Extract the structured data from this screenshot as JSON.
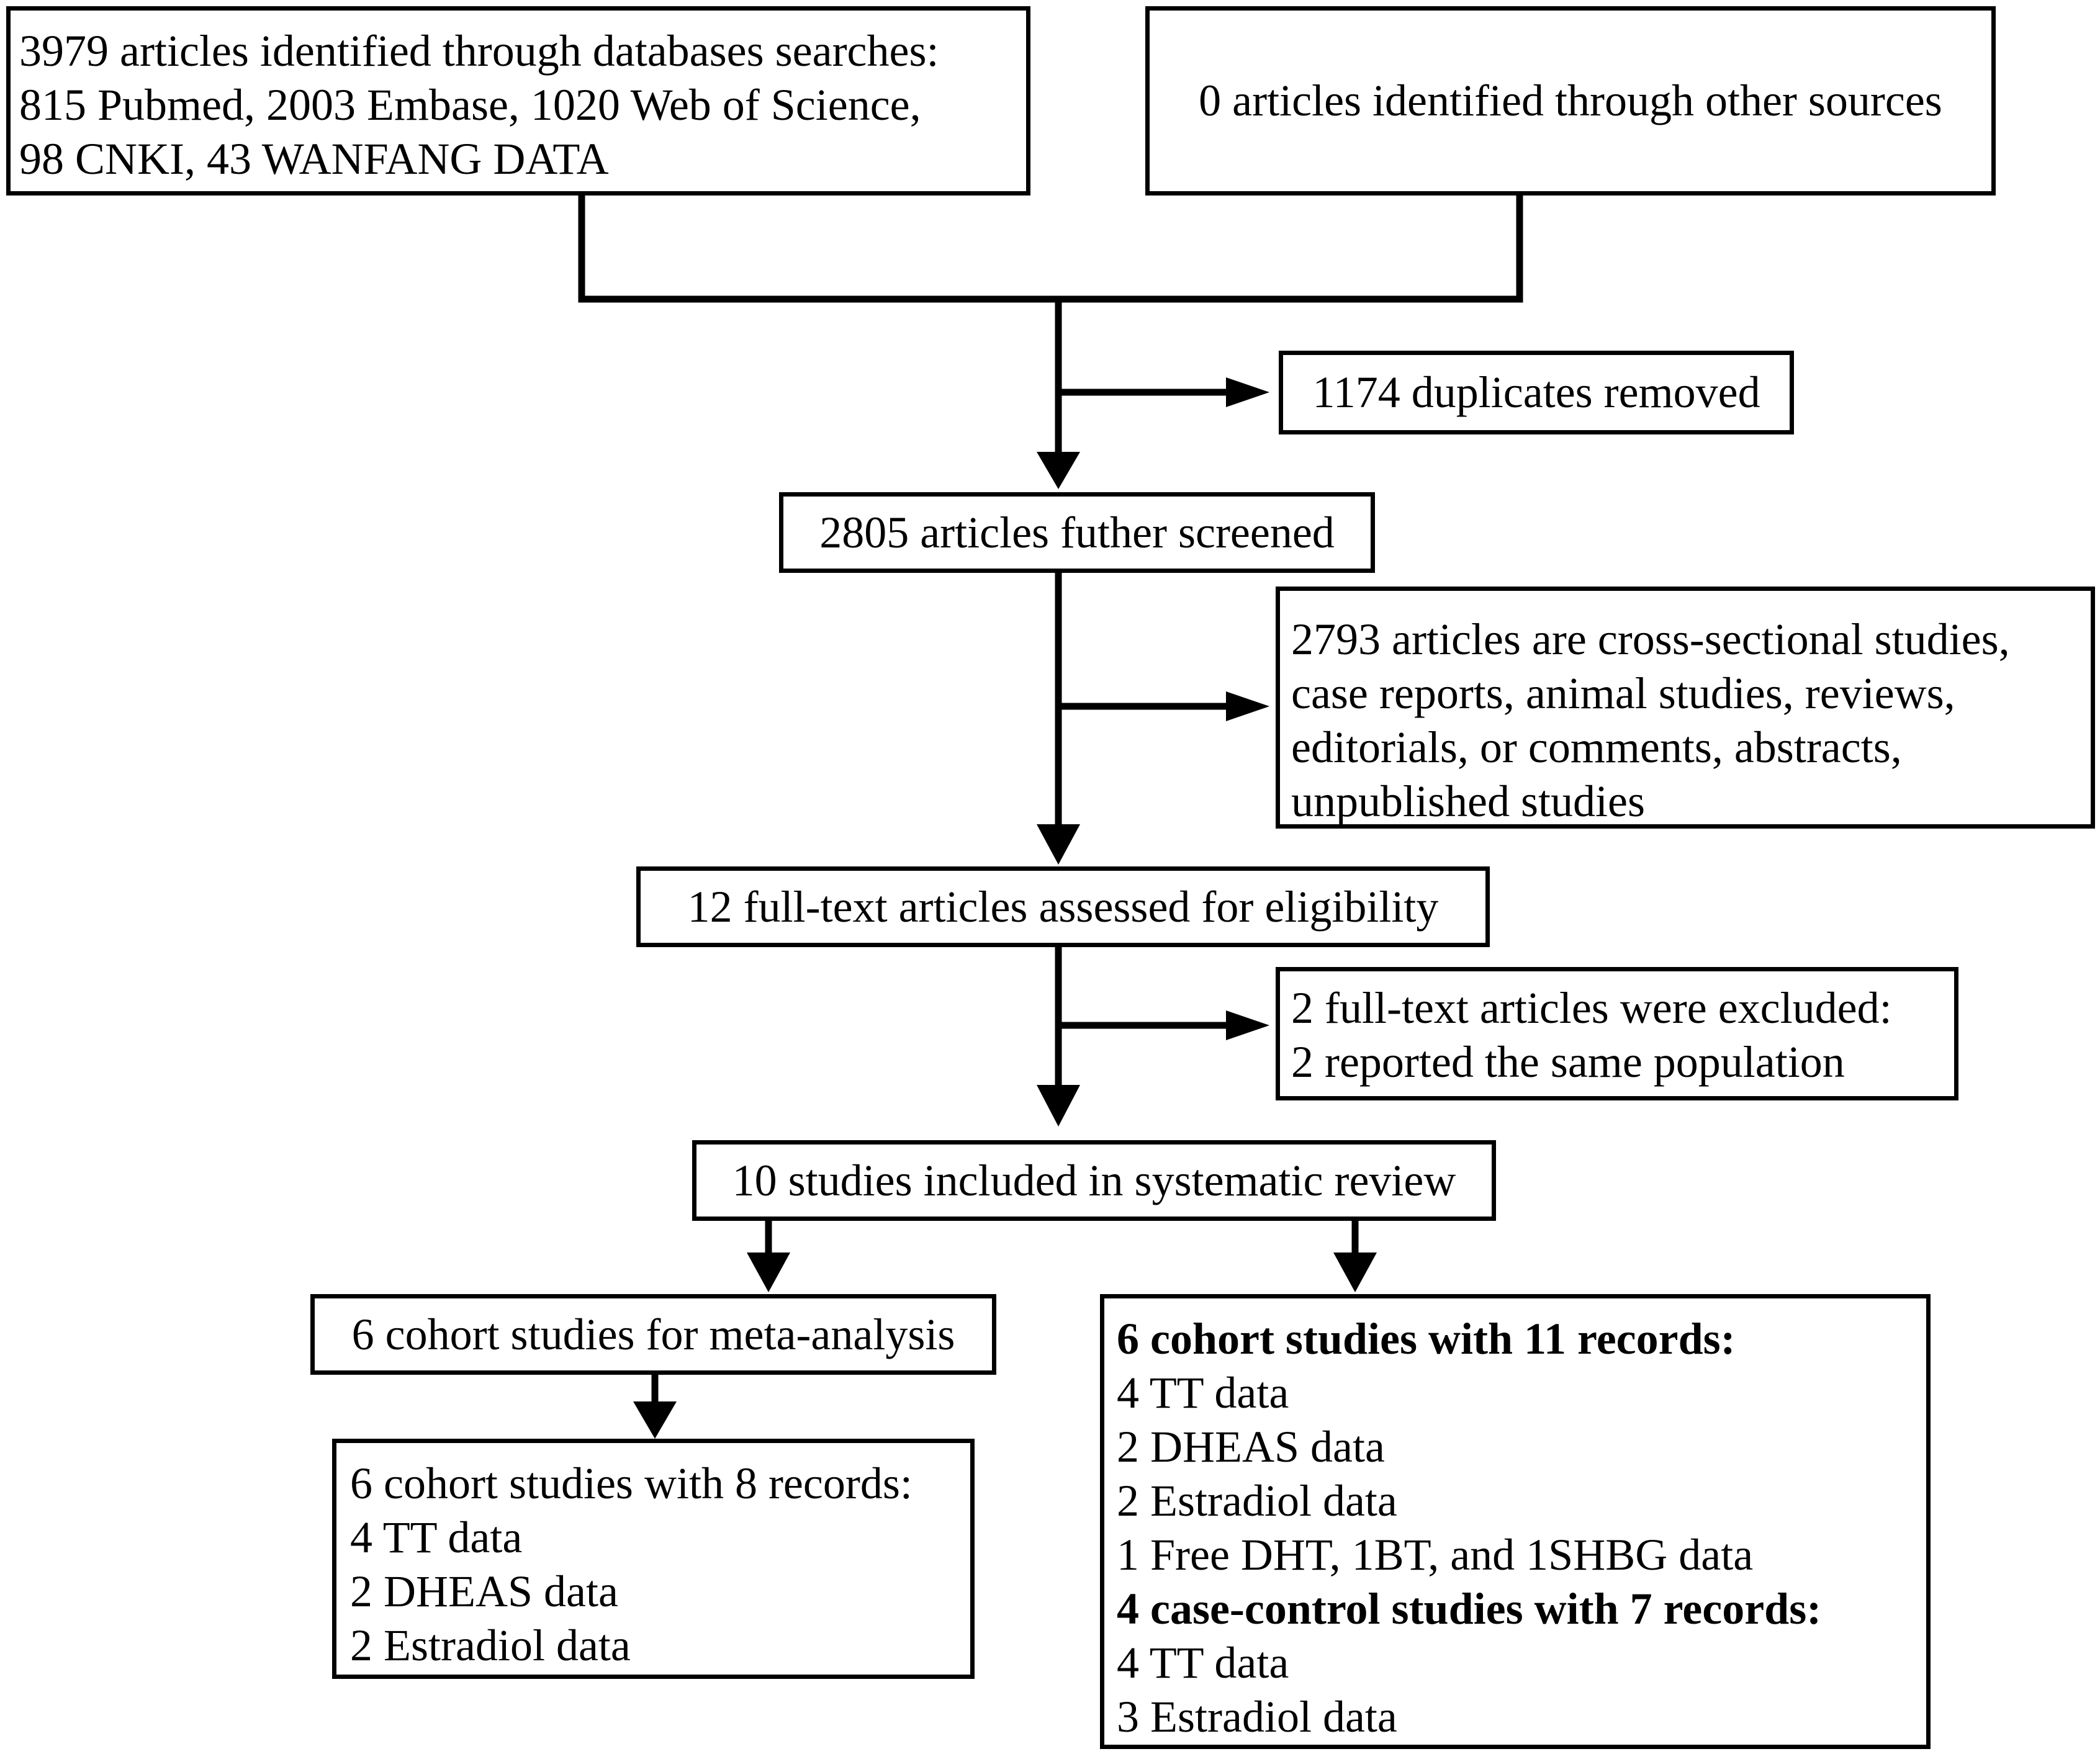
{
  "boxes": {
    "databases": {
      "lines": [
        "3979 articles identified through databases searches:",
        "815 Pubmed, 2003 Embase, 1020 Web of Science,",
        "98 CNKI, 43 WANFANG DATA"
      ]
    },
    "other_sources": {
      "text": "0 articles identified through other  sources"
    },
    "duplicates": {
      "text": "1174 duplicates removed"
    },
    "screened": {
      "text": "2805 articles futher screened"
    },
    "excluded_screening": {
      "lines": [
        "2793 articles are cross-sectional studies,",
        "case reports,  animal studies, reviews,",
        "editorials, or comments, abstracts,",
        "unpublished studies"
      ]
    },
    "fulltext": {
      "text": "12 full-text articles assessed for eligibility"
    },
    "excluded_fulltext": {
      "lines": [
        "2 full-text articles were excluded:",
        "2 reported the same population"
      ]
    },
    "systematic_review": {
      "text": "10 studies included in systematic review"
    },
    "meta_analysis": {
      "text": "6 cohort studies for meta-analysis"
    },
    "meta_records": {
      "lines": [
        "6 cohort studies with 8 records:",
        "4 TT data",
        "2 DHEAS data",
        "2 Estradiol data"
      ]
    },
    "review_records": {
      "cohort_heading": "6 cohort studies with 11 records:",
      "cohort_lines": [
        "4 TT data",
        "2 DHEAS data",
        "2 Estradiol data",
        "1 Free DHT, 1BT, and 1SHBG data"
      ],
      "case_control_heading": "4 case-control studies with 7 records:",
      "case_control_lines": [
        "4 TT data",
        "3 Estradiol data"
      ]
    }
  }
}
